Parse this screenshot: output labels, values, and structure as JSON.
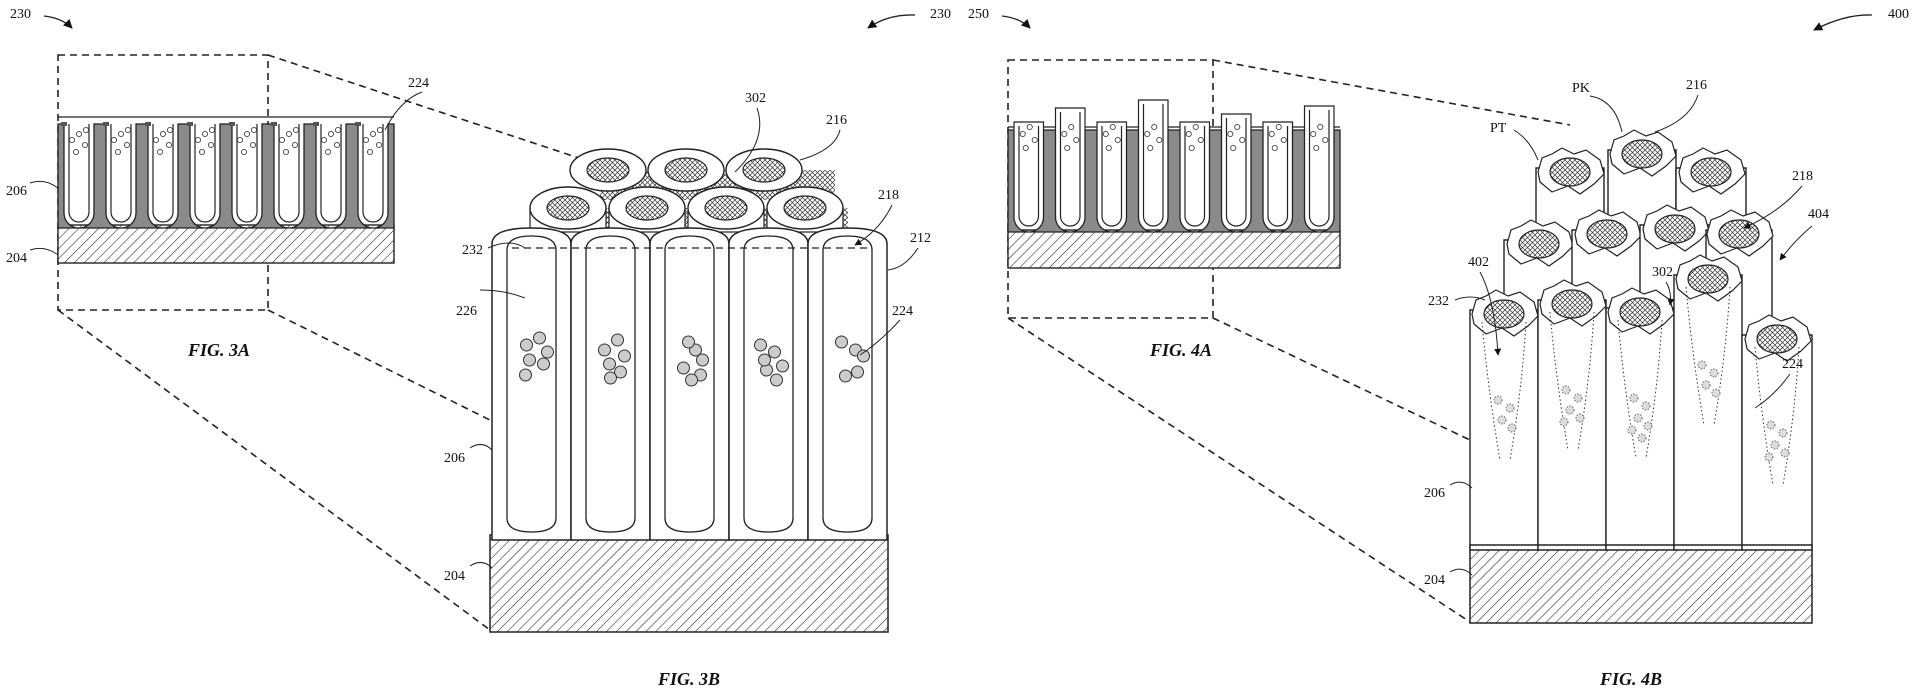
{
  "figures": [
    {
      "id": "fig3a",
      "caption": "FIG. 3A"
    },
    {
      "id": "fig3b",
      "caption": "FIG. 3B"
    },
    {
      "id": "fig4a",
      "caption": "FIG. 4A"
    },
    {
      "id": "fig4b",
      "caption": "FIG. 4B"
    }
  ],
  "refs": {
    "fig3a": {
      "r230": "230",
      "r224": "224",
      "r206": "206",
      "r204": "204"
    },
    "fig3b": {
      "r230": "230",
      "r302": "302",
      "r216": "216",
      "r218": "218",
      "r212": "212",
      "r232": "232",
      "r226": "226",
      "r224": "224",
      "r206": "206",
      "r204": "204"
    },
    "fig4a": {
      "r250": "250"
    },
    "fig4b": {
      "r400": "400",
      "PK": "PK",
      "PT": "PT",
      "r216": "216",
      "r218": "218",
      "r404": "404",
      "r402": "402",
      "r302": "302",
      "r232": "232",
      "r224": "224",
      "r206": "206",
      "r204": "204"
    }
  },
  "colors": {
    "stroke": "#222222",
    "substrate_hatch": "#222222",
    "wall_fill": "#8a8a8a"
  }
}
